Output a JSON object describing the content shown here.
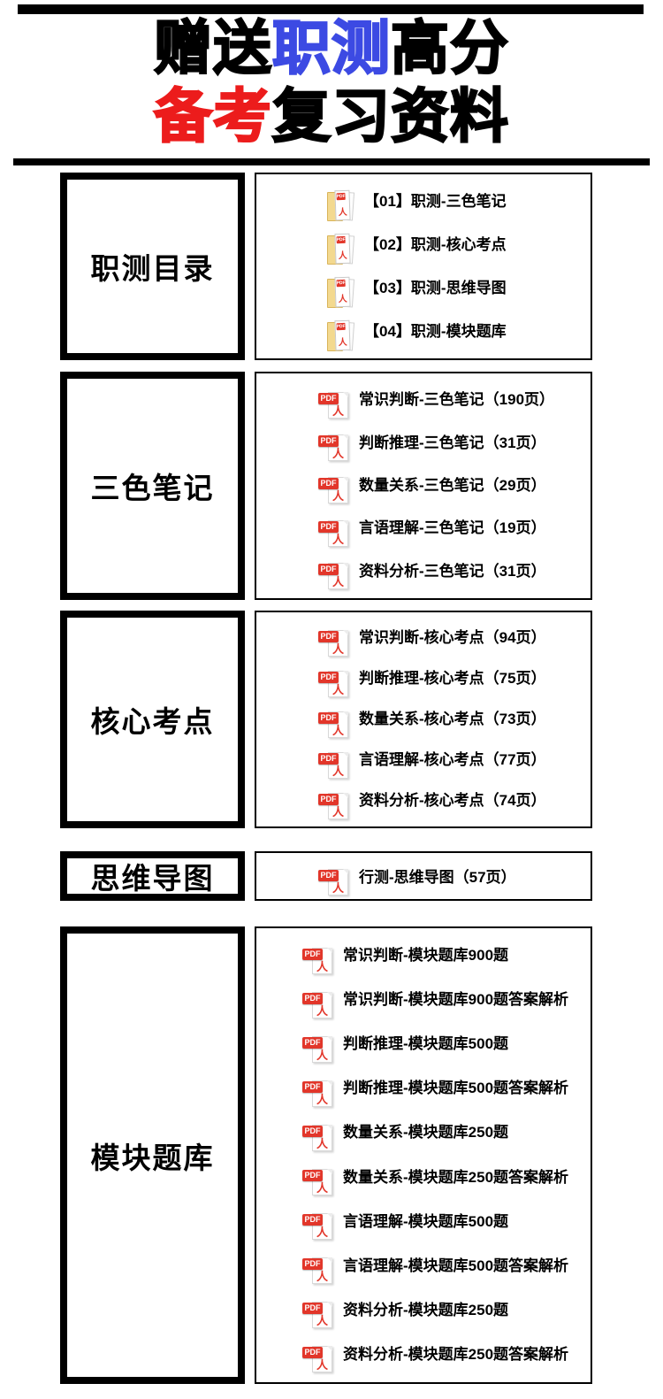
{
  "colors": {
    "bar_black": "#000000",
    "title_black": "#000000",
    "title_blue": "#3c4ae3",
    "title_red": "#ec1c1c",
    "pdf_red": "#e2362a",
    "folder_yellow": "#f3d98f"
  },
  "header": {
    "title_line1": {
      "segments": [
        {
          "text": "赠送",
          "color": "#000000"
        },
        {
          "text": "职测",
          "color": "#3c4ae3"
        },
        {
          "text": "高分",
          "color": "#000000"
        }
      ]
    },
    "title_line2": {
      "segments": [
        {
          "text": "备考",
          "color": "#ec1c1c"
        },
        {
          "text": "复习资料",
          "color": "#000000"
        }
      ]
    }
  },
  "icons": {
    "pdf_badge_label": "PDF",
    "pdf_glyph": "人"
  },
  "sections": [
    {
      "label": "职测目录",
      "icon_type": "folder",
      "items": [
        "【01】职测-三色笔记",
        "【02】职测-核心考点",
        "【03】职测-思维导图",
        "【04】职测-模块题库"
      ]
    },
    {
      "label": "三色笔记",
      "icon_type": "pdf",
      "items": [
        "常识判断-三色笔记（190页）",
        "判断推理-三色笔记（31页）",
        "数量关系-三色笔记（29页）",
        "言语理解-三色笔记（19页）",
        "资料分析-三色笔记（31页）"
      ]
    },
    {
      "label": "核心考点",
      "icon_type": "pdf",
      "items": [
        "常识判断-核心考点（94页）",
        "判断推理-核心考点（75页）",
        "数量关系-核心考点（73页）",
        "言语理解-核心考点（77页）",
        "资料分析-核心考点（74页）"
      ]
    },
    {
      "label": "思维导图",
      "icon_type": "pdf",
      "items": [
        "行测-思维导图（57页）"
      ]
    },
    {
      "label": "模块题库",
      "icon_type": "pdf",
      "items": [
        "常识判断-模块题库900题",
        "常识判断-模块题库900题答案解析",
        "判断推理-模块题库500题",
        "判断推理-模块题库500题答案解析",
        "数量关系-模块题库250题",
        "数量关系-模块题库250题答案解析",
        "言语理解-模块题库500题",
        "言语理解-模块题库500题答案解析",
        "资料分析-模块题库250题",
        "资料分析-模块题库250题答案解析"
      ]
    }
  ]
}
